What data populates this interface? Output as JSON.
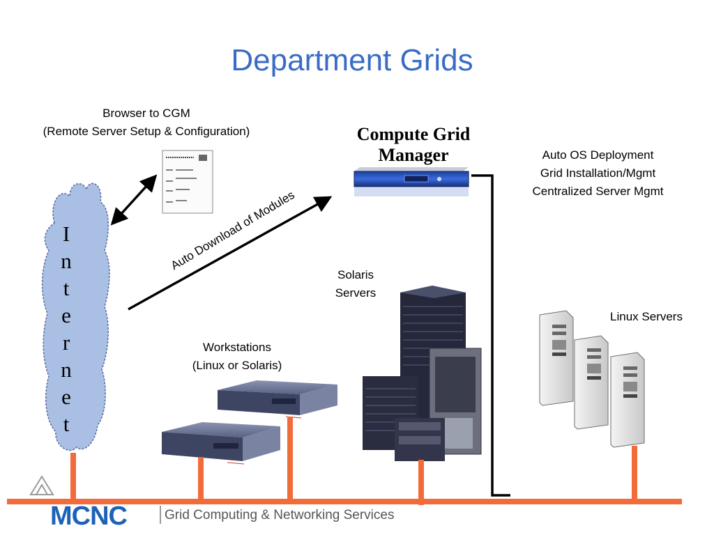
{
  "title": "Department Grids",
  "browser": {
    "line1": "Browser to CGM",
    "line2": "(Remote Server Setup & Configuration)"
  },
  "cgm": {
    "line1": "Compute Grid",
    "line2": "Manager"
  },
  "features": [
    "Auto OS Deployment",
    "Grid Installation/Mgmt",
    "Centralized Server Mgmt"
  ],
  "auto_download": "Auto Download of Modules",
  "internet": [
    "I",
    "n",
    "t",
    "e",
    "r",
    "n",
    "e",
    "t"
  ],
  "solaris": {
    "line1": "Solaris",
    "line2": "Servers"
  },
  "workstations": {
    "line1": "Workstations",
    "line2": "(Linux or Solaris)"
  },
  "linux": "Linux Servers",
  "logo": {
    "name": "MCNC",
    "tagline": "Grid Computing & Networking Services"
  },
  "colors": {
    "title": "#3a6cc6",
    "network": "#f26b3a",
    "cloud": "#a9bfe3",
    "logo": "#1d62b8"
  }
}
